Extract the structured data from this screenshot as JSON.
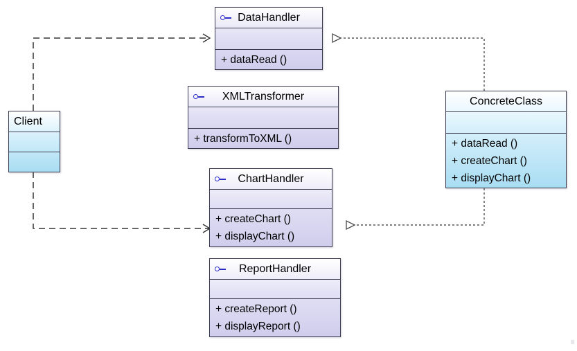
{
  "diagram": {
    "title": "UML class diagram",
    "background": "#ffffff",
    "interface_fill": "#d0cdec",
    "class_fill": "#a9ddf3",
    "border_color": "#3b3b4f",
    "icon_color": "#2b2bc8",
    "line_color": "#333333"
  },
  "nodes": [
    {
      "id": "client",
      "name": "Client",
      "kind": "class",
      "icon": "",
      "title_align": "left",
      "attributes": [],
      "operations": []
    },
    {
      "id": "datahandler",
      "name": "DataHandler",
      "kind": "interface",
      "icon": "interface-lollipop-icon",
      "title_align": "center",
      "attributes": [],
      "operations": [
        "+ dataRead ()"
      ]
    },
    {
      "id": "xmltransformer",
      "name": "XMLTransformer",
      "kind": "interface",
      "icon": "interface-lollipop-icon",
      "title_align": "center",
      "attributes": [],
      "operations": [
        "+ transformToXML ()"
      ]
    },
    {
      "id": "charthandler",
      "name": "ChartHandler",
      "kind": "interface",
      "icon": "interface-lollipop-icon",
      "title_align": "center",
      "attributes": [],
      "operations": [
        "+ createChart ()",
        "+ displayChart ()"
      ]
    },
    {
      "id": "reporthandler",
      "name": "ReportHandler",
      "kind": "interface",
      "icon": "interface-lollipop-icon",
      "title_align": "center",
      "attributes": [],
      "operations": [
        "+ createReport ()",
        "+ displayReport ()"
      ]
    },
    {
      "id": "concreteclass",
      "name": "ConcreteClass",
      "kind": "class",
      "icon": "",
      "title_align": "center",
      "attributes": [],
      "operations": [
        "+ dataRead ()",
        "+ createChart ()",
        "+ displayChart ()"
      ]
    }
  ],
  "edges": [
    {
      "id": "client-to-datahandler",
      "from": "client",
      "to": "datahandler",
      "type": "dependency",
      "line": "dashed",
      "arrowhead": "open-arrow",
      "label": ""
    },
    {
      "id": "client-to-charthandler",
      "from": "client",
      "to": "charthandler",
      "type": "dependency",
      "line": "dashed",
      "arrowhead": "open-arrow",
      "label": ""
    },
    {
      "id": "concreteclass-realizes-datahandler",
      "from": "concreteclass",
      "to": "datahandler",
      "type": "realization",
      "line": "dotted",
      "arrowhead": "hollow-triangle",
      "label": ""
    },
    {
      "id": "concreteclass-realizes-charthandler",
      "from": "concreteclass",
      "to": "charthandler",
      "type": "realization",
      "line": "dotted",
      "arrowhead": "hollow-triangle",
      "label": ""
    }
  ]
}
